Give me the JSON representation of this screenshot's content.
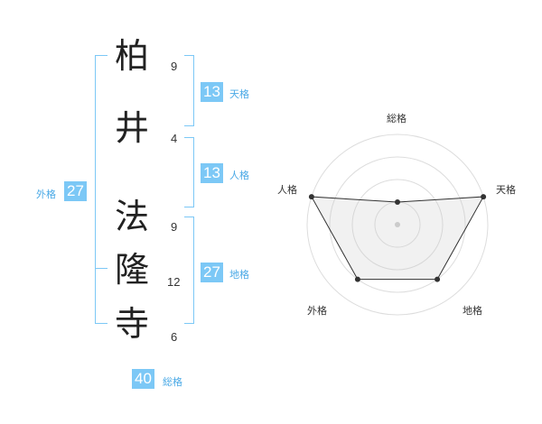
{
  "name": {
    "chars": [
      "柏",
      "井",
      "法",
      "隆",
      "寺"
    ],
    "strokes": [
      "9",
      "4",
      "9",
      "12",
      "6"
    ]
  },
  "fortune": {
    "tenkaku": {
      "value": "13",
      "label": "天格"
    },
    "jinkaku": {
      "value": "13",
      "label": "人格"
    },
    "chikaku": {
      "value": "27",
      "label": "地格"
    },
    "gaikaku": {
      "value": "27",
      "label": "外格"
    },
    "soukaku": {
      "value": "40",
      "label": "総格"
    }
  },
  "radar": {
    "axes": [
      "総格",
      "天格",
      "地格",
      "外格",
      "人格"
    ],
    "rings": 4,
    "values": [
      1,
      4,
      3,
      3,
      4
    ],
    "max": 4
  }
}
